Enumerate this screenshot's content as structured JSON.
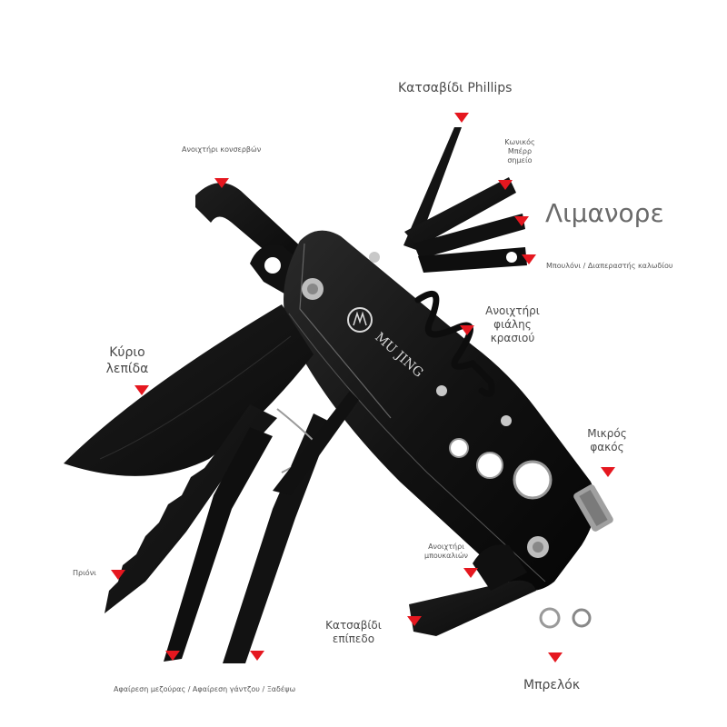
{
  "colors": {
    "marker": "#e5171f",
    "metal": "#141414",
    "text": "#4a4a4a",
    "brand": "#9a9a9a"
  },
  "handle_logo": "MU JING",
  "brand_label": "Λιμανορε",
  "labels": {
    "phillips": "Κατσαβίδι Phillips",
    "can_opener": "Ανοιχτήρι κονσερβών",
    "conical": "Κωνικός Μπέρρ σημείο",
    "awl": "Μπουλόνι / Διαπεραστής καλωδίου",
    "corkscrew": "Ανοιχτήρι φιάλης κρασιού",
    "main_blade": "Κύριο λεπίδα",
    "flashlight": "Μικρός φακός",
    "saw": "Πριόνι",
    "bottle_opener": "Ανοιχτήρι μπουκαλιών",
    "flat_screwdriver": "Κατσαβίδι επίπεδο",
    "scissors_etc": "Αφαίρεση μεζούρας / Αφαίρεση γάντζου / Ξαδέψω",
    "keychain": "Μπρελόκ"
  }
}
